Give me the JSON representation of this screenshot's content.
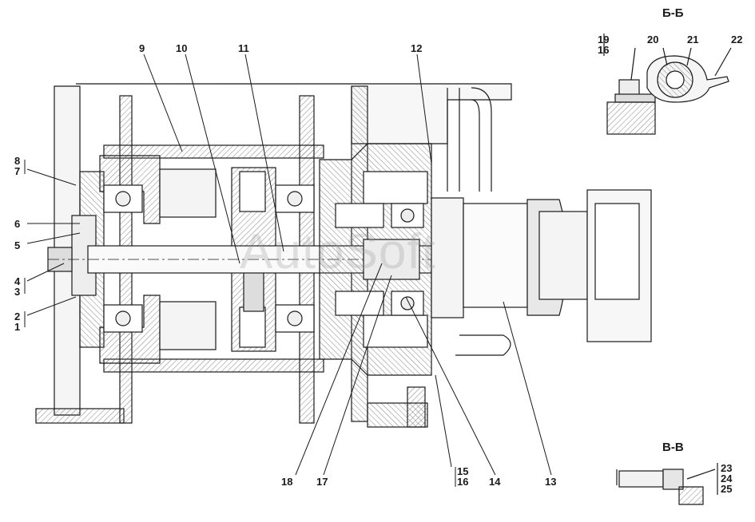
{
  "watermark": "AutoSoft",
  "section_labels": {
    "bb": "Б-Б",
    "vv": "В-В"
  },
  "callouts": {
    "c8": "8",
    "c7": "7",
    "c6": "6",
    "c5": "5",
    "c4": "4",
    "c3": "3",
    "c2": "2",
    "c1": "1",
    "c9": "9",
    "c10": "10",
    "c11": "11",
    "c12": "12",
    "c13": "13",
    "c14": "14",
    "c15": "15",
    "c16": "16",
    "c17": "17",
    "c18": "18",
    "c19": "19",
    "c16b": "16",
    "c20": "20",
    "c21": "21",
    "c22": "22",
    "c23": "23",
    "c24": "24",
    "c25": "25"
  },
  "colors": {
    "line": "#1a1a1a",
    "hatch": "#555555",
    "fill": "#f2f2f2",
    "dark": "#bdbdbd"
  }
}
